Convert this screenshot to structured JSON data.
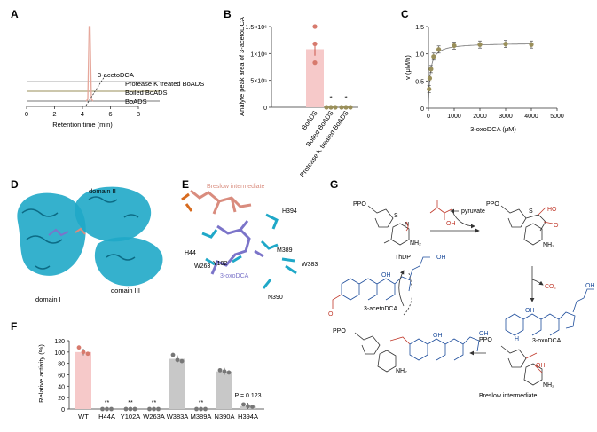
{
  "panels": {
    "A": "A",
    "B": "B",
    "C": "C",
    "D": "D",
    "E": "E",
    "F": "F",
    "G": "G"
  },
  "colors": {
    "pink": "#f6c9c9",
    "pinkDot": "#d77a6d",
    "gray": "#c8c8c8",
    "grayDot": "#777777",
    "olive": "#9a8f5a",
    "teal": "#1fa8c8",
    "purple": "#7b74c9",
    "salmon": "#d98c7e",
    "blue": "#1f4e9c",
    "red": "#c0392b"
  },
  "chart_data": [
    {
      "type": "line",
      "panel": "A",
      "annotation": "3-acetoDCA",
      "series": [
        {
          "name": "Protease K treated BoADS"
        },
        {
          "name": "Boiled BoADS"
        },
        {
          "name": "BoADS"
        }
      ],
      "xlabel": "Retention time (min)",
      "xticks": [
        "0",
        "2",
        "4",
        "6",
        "8"
      ],
      "xlim": [
        0,
        8
      ]
    },
    {
      "type": "bar",
      "panel": "B",
      "categories": [
        "BoADS",
        "Boiled BoADS",
        "Protease K treated BoADS"
      ],
      "values": [
        1080000,
        0,
        0
      ],
      "points": [
        [
          1500000,
          1180000,
          830000
        ],
        [
          0,
          0,
          0
        ],
        [
          0,
          0,
          0
        ]
      ],
      "sig": [
        "",
        "*",
        "*"
      ],
      "ylabel": "Analyte peak area of 3-acetoDCA",
      "yticks": [
        "0",
        "5×10⁵",
        "1×10⁶",
        "1.5×10⁶"
      ],
      "ylim": [
        0,
        1500000
      ]
    },
    {
      "type": "scatter",
      "panel": "C",
      "x": [
        25,
        50,
        100,
        200,
        400,
        1000,
        2000,
        3000,
        4000
      ],
      "y": [
        0.35,
        0.55,
        0.72,
        0.95,
        1.08,
        1.15,
        1.17,
        1.18,
        1.17
      ],
      "fit": {
        "vmax": 1.2,
        "km": 65
      },
      "xlabel": "3-oxoDCA (μM)",
      "ylabel": "v (μM/h)",
      "xticks": [
        "0",
        "1000",
        "2000",
        "3000",
        "4000",
        "5000"
      ],
      "yticks": [
        "0",
        "0.5",
        "1.0",
        "1.5"
      ],
      "xlim": [
        0,
        5000
      ],
      "ylim": [
        0,
        1.5
      ]
    },
    {
      "type": "bar",
      "panel": "F",
      "categories": [
        "WT",
        "H44A",
        "Y102A",
        "W263A",
        "W383A",
        "M389A",
        "N390A",
        "H394A"
      ],
      "values": [
        100,
        0,
        0,
        0,
        88,
        0,
        66,
        5
      ],
      "points": [
        [
          108,
          100,
          97
        ],
        [
          0,
          0,
          0
        ],
        [
          0,
          0,
          0
        ],
        [
          0,
          0,
          0
        ],
        [
          95,
          86,
          84
        ],
        [
          0,
          0,
          0
        ],
        [
          68,
          66,
          64
        ],
        [
          8,
          5,
          4
        ]
      ],
      "sig": [
        "",
        "**",
        "**",
        "**",
        "",
        "**",
        "",
        "P = 0.123"
      ],
      "ylabel": "Relative activity (%)",
      "yticks": [
        "0",
        "20",
        "40",
        "60",
        "80",
        "100",
        "120"
      ],
      "ylim": [
        0,
        120
      ]
    }
  ],
  "D": {
    "labels": [
      "domain II",
      "domain I",
      "domain III"
    ]
  },
  "E": {
    "top": "Breslow intermediate",
    "residues": [
      "H44",
      "H394",
      "Y102",
      "W263",
      "M389",
      "W383",
      "N390"
    ],
    "ligand": "3-oxoDCA"
  },
  "G": {
    "labels": {
      "ppo1": "PPO",
      "ppo2": "PPO",
      "ppo3": "PPO",
      "thdp": "ThDP",
      "nh2a": "NH₂",
      "nh2b": "NH₂",
      "nh2c": "NH₂",
      "pyruvate": "pyruvate",
      "co2": "CO₂",
      "oxo": "3-oxoDCA",
      "aceto": "3-acetoDCA",
      "breslow": "Breslow intermediate",
      "oh": "OH",
      "ho": "HO",
      "o": "O",
      "h": "H",
      "s": "S",
      "n": "N"
    }
  }
}
